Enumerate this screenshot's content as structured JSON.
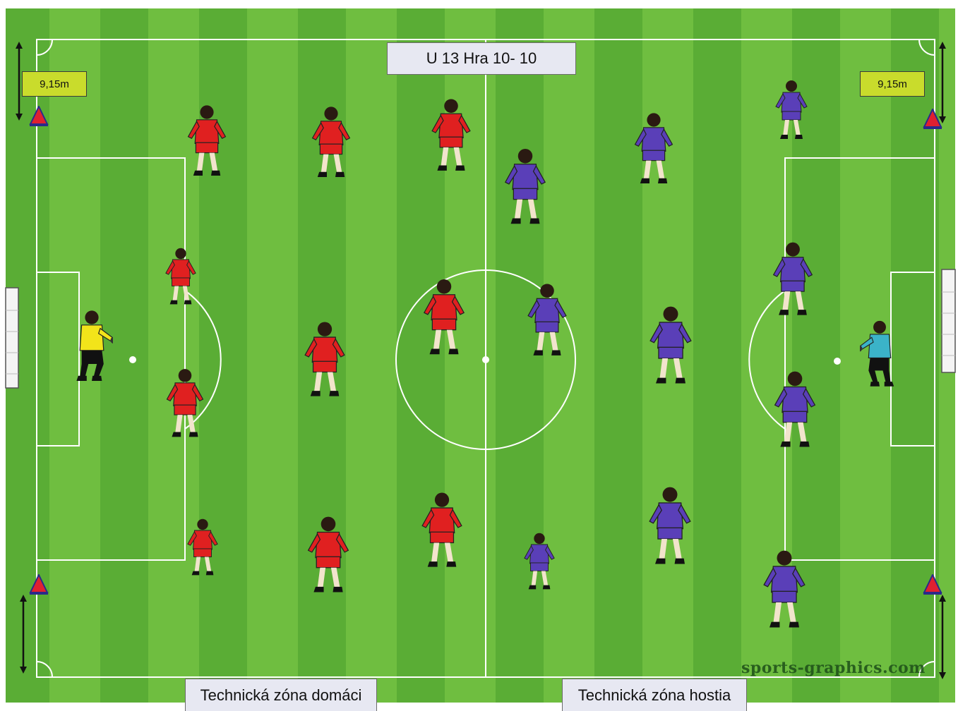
{
  "diagram": {
    "title": "U 13 Hra 10- 10",
    "distance_left": "9,15m",
    "distance_right": "9,15m",
    "technical_zone_home": "Technická zóna domáci",
    "technical_zone_away": "Technická zóna hostia",
    "watermark": "sports-graphics.com"
  },
  "colors": {
    "home_team": "#e02020",
    "away_team": "#5a3fb8",
    "home_goalkeeper": "#f2e41a",
    "away_goalkeeper": "#3bb3c8",
    "pitch_light": "#7cc84a",
    "pitch_dark": "#58ad33",
    "cone": "#e02030"
  },
  "icons": [
    "player-icon",
    "goalkeeper-icon",
    "cone-icon",
    "goal-icon",
    "double-arrow-icon"
  ]
}
